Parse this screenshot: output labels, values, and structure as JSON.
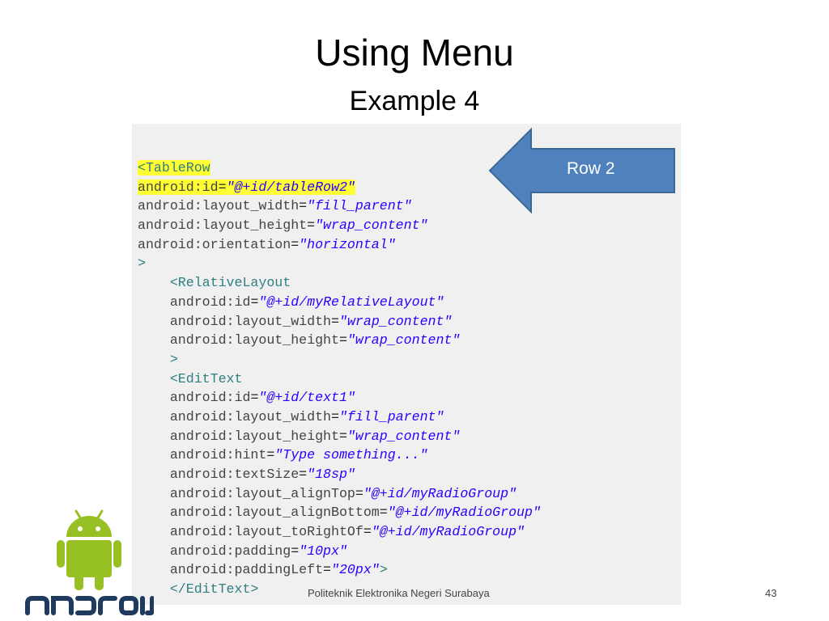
{
  "slide": {
    "title": "Using Menu",
    "subtitle": "Example 4",
    "arrow_label": "Row 2",
    "footer": "Politeknik Elektronika Negeri Surabaya",
    "page_number": "43"
  },
  "colors": {
    "arrow_fill": "#4f81bd",
    "arrow_stroke": "#3a6896",
    "highlight": "#ffff33",
    "android_green": "#97c024",
    "android_wordmark": "#1f3a5f"
  },
  "code": [
    {
      "indent": 0,
      "tokens": [
        {
          "t": "<TableRow",
          "k": "tag",
          "hl": true
        }
      ]
    },
    {
      "indent": 0,
      "tokens": [
        {
          "t": "android:id",
          "k": "attr",
          "hl": true
        },
        {
          "t": "=",
          "k": "eq",
          "hl": true
        },
        {
          "t": "\"@+id/tableRow2\"",
          "k": "val",
          "hl": true
        }
      ]
    },
    {
      "indent": 0,
      "tokens": [
        {
          "t": "android:layout_width",
          "k": "attr"
        },
        {
          "t": "=",
          "k": "eq"
        },
        {
          "t": "\"fill_parent\"",
          "k": "val"
        }
      ]
    },
    {
      "indent": 0,
      "tokens": [
        {
          "t": "android:layout_height",
          "k": "attr"
        },
        {
          "t": "=",
          "k": "eq"
        },
        {
          "t": "\"wrap_content\"",
          "k": "val"
        }
      ]
    },
    {
      "indent": 0,
      "tokens": [
        {
          "t": "android:orientation",
          "k": "attr"
        },
        {
          "t": "=",
          "k": "eq"
        },
        {
          "t": "\"horizontal\"",
          "k": "val"
        }
      ]
    },
    {
      "indent": 0,
      "tokens": [
        {
          "t": ">",
          "k": "tag"
        }
      ]
    },
    {
      "indent": 1,
      "tokens": [
        {
          "t": "<RelativeLayout",
          "k": "tag"
        }
      ]
    },
    {
      "indent": 1,
      "tokens": [
        {
          "t": "android:id",
          "k": "attr"
        },
        {
          "t": "=",
          "k": "eq"
        },
        {
          "t": "\"@+id/myRelativeLayout\"",
          "k": "val"
        }
      ]
    },
    {
      "indent": 1,
      "tokens": [
        {
          "t": "android:layout_width",
          "k": "attr"
        },
        {
          "t": "=",
          "k": "eq"
        },
        {
          "t": "\"wrap_content\"",
          "k": "val"
        }
      ]
    },
    {
      "indent": 1,
      "tokens": [
        {
          "t": "android:layout_height",
          "k": "attr"
        },
        {
          "t": "=",
          "k": "eq"
        },
        {
          "t": "\"wrap_content\"",
          "k": "val"
        }
      ]
    },
    {
      "indent": 1,
      "tokens": [
        {
          "t": ">",
          "k": "tag"
        }
      ]
    },
    {
      "indent": 1,
      "tokens": [
        {
          "t": "<EditText",
          "k": "tag"
        }
      ]
    },
    {
      "indent": 1,
      "tokens": [
        {
          "t": "android:id",
          "k": "attr"
        },
        {
          "t": "=",
          "k": "eq"
        },
        {
          "t": "\"@+id/text1\"",
          "k": "val"
        }
      ]
    },
    {
      "indent": 1,
      "tokens": [
        {
          "t": "android:layout_width",
          "k": "attr"
        },
        {
          "t": "=",
          "k": "eq"
        },
        {
          "t": "\"fill_parent\"",
          "k": "val"
        }
      ]
    },
    {
      "indent": 1,
      "tokens": [
        {
          "t": "android:layout_height",
          "k": "attr"
        },
        {
          "t": "=",
          "k": "eq"
        },
        {
          "t": "\"wrap_content\"",
          "k": "val"
        }
      ]
    },
    {
      "indent": 1,
      "tokens": [
        {
          "t": "android:hint",
          "k": "attr"
        },
        {
          "t": "=",
          "k": "eq"
        },
        {
          "t": "\"Type something...\"",
          "k": "val"
        }
      ]
    },
    {
      "indent": 1,
      "tokens": [
        {
          "t": "android:textSize",
          "k": "attr"
        },
        {
          "t": "=",
          "k": "eq"
        },
        {
          "t": "\"18sp\"",
          "k": "val"
        }
      ]
    },
    {
      "indent": 1,
      "tokens": [
        {
          "t": "android:layout_alignTop",
          "k": "attr"
        },
        {
          "t": "=",
          "k": "eq"
        },
        {
          "t": "\"@+id/myRadioGroup\"",
          "k": "val"
        }
      ]
    },
    {
      "indent": 1,
      "tokens": [
        {
          "t": "android:layout_alignBottom",
          "k": "attr"
        },
        {
          "t": "=",
          "k": "eq"
        },
        {
          "t": "\"@+id/myRadioGroup\"",
          "k": "val"
        }
      ]
    },
    {
      "indent": 1,
      "tokens": [
        {
          "t": "android:layout_toRightOf",
          "k": "attr"
        },
        {
          "t": "=",
          "k": "eq"
        },
        {
          "t": "\"@+id/myRadioGroup\"",
          "k": "val"
        }
      ]
    },
    {
      "indent": 1,
      "tokens": [
        {
          "t": "android:padding",
          "k": "attr"
        },
        {
          "t": "=",
          "k": "eq"
        },
        {
          "t": "\"10px\"",
          "k": "val"
        }
      ]
    },
    {
      "indent": 1,
      "tokens": [
        {
          "t": "android:paddingLeft",
          "k": "attr"
        },
        {
          "t": "=",
          "k": "eq"
        },
        {
          "t": "\"20px\"",
          "k": "val"
        },
        {
          "t": ">",
          "k": "tag"
        }
      ]
    },
    {
      "indent": 1,
      "tokens": [
        {
          "t": "</EditText>",
          "k": "tag"
        }
      ]
    }
  ]
}
